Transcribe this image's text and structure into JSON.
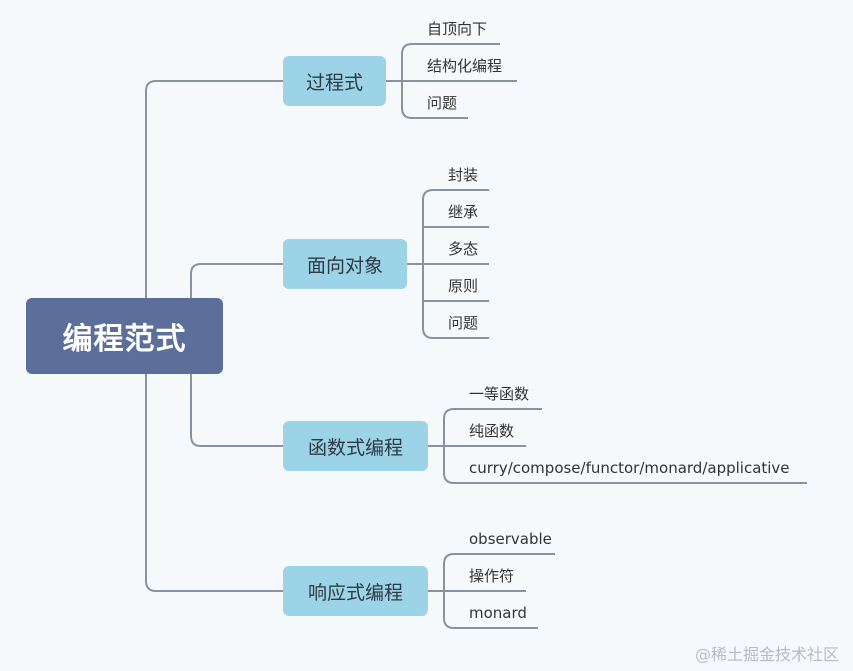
{
  "root": {
    "label": "编程范式"
  },
  "branches": [
    {
      "label": "过程式",
      "leaves": [
        "自顶向下",
        "结构化编程",
        "问题"
      ]
    },
    {
      "label": "面向对象",
      "leaves": [
        "封装",
        "继承",
        "多态",
        "原则",
        "问题"
      ]
    },
    {
      "label": "函数式编程",
      "leaves": [
        "一等函数",
        "纯函数",
        "curry/compose/functor/monard/applicative"
      ]
    },
    {
      "label": "响应式编程",
      "leaves": [
        "observable",
        "操作符",
        "monard"
      ]
    }
  ],
  "watermark": "@稀土掘金技术社区",
  "colors": {
    "root_fill": "#5b6f9a",
    "branch_fill": "#9cd3e7",
    "connector": "#8a939c",
    "background": "#f5f9fc"
  }
}
